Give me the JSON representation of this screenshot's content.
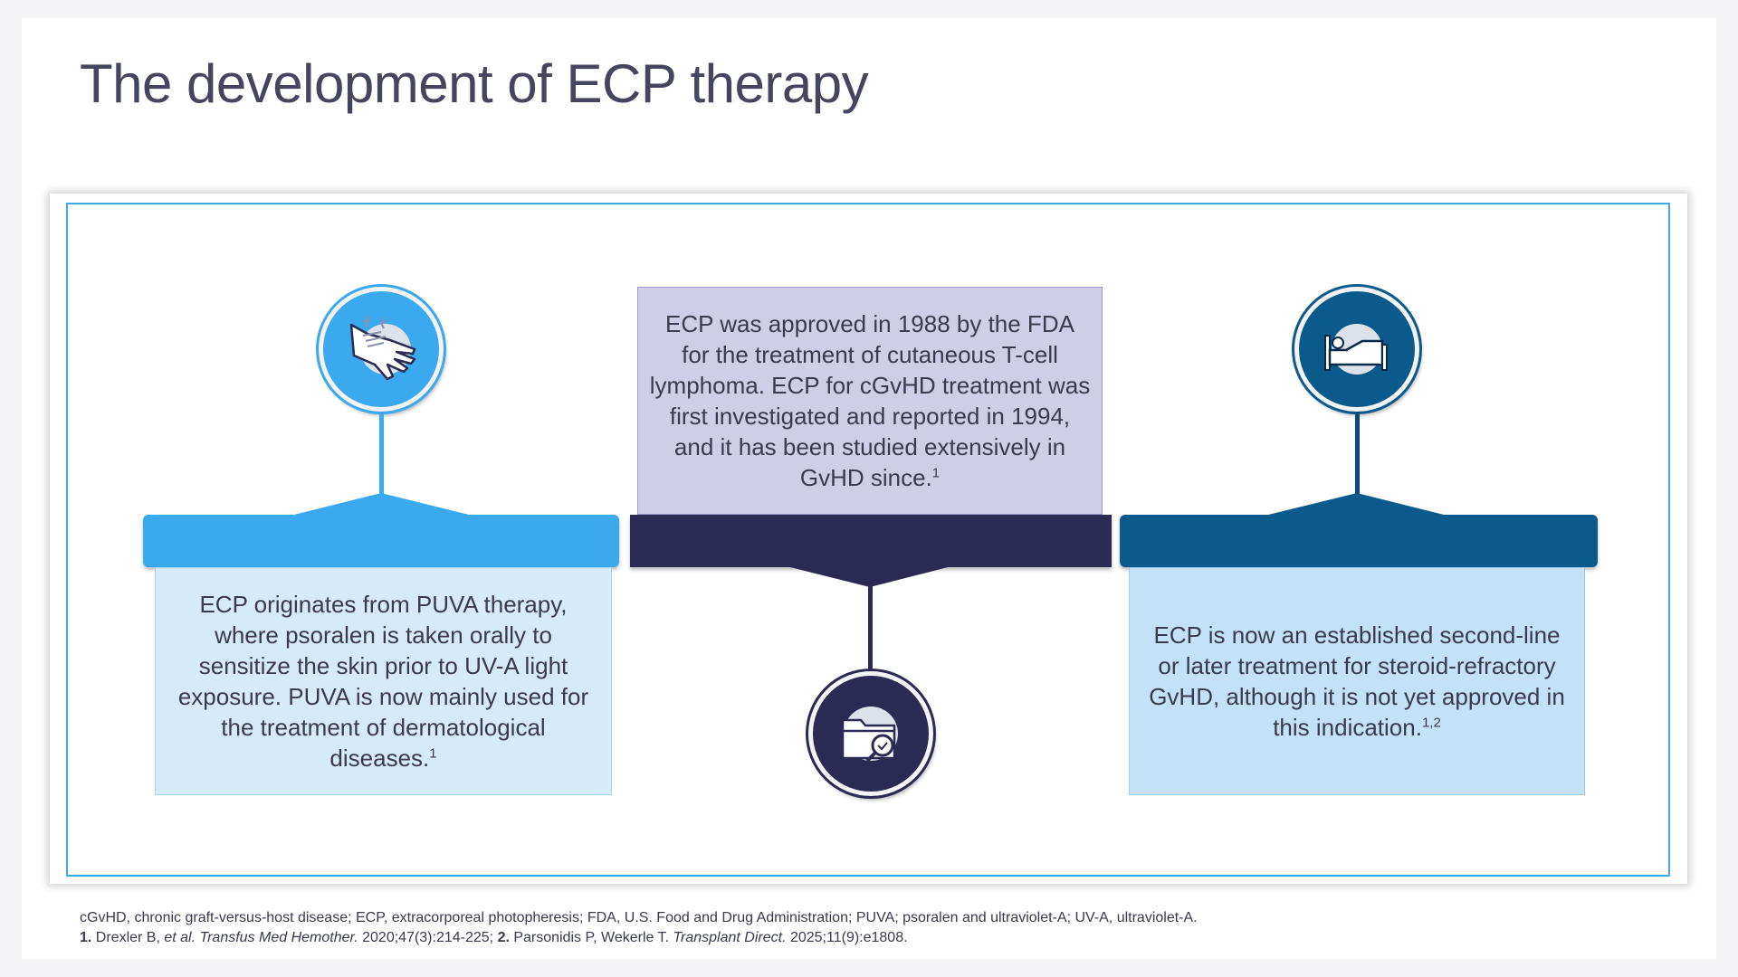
{
  "title": "The development of ECP therapy",
  "colors": {
    "light_blue": "#3ba9ee",
    "navy": "#2a2a52",
    "dark_blue": "#0a5a8c"
  },
  "panels": [
    {
      "icon": "hand-uv-light-icon",
      "text": "ECP originates from PUVA therapy, where psoralen is taken orally to sensitize the skin prior to UV-A light exposure. PUVA is now mainly used for the treatment of dermatological diseases.",
      "ref": "1"
    },
    {
      "icon": "folder-search-icon",
      "text": "ECP was approved in 1988 by the FDA for the treatment of cutaneous T-cell lymphoma. ECP for cGvHD treatment was first investigated and reported in 1994, and it has been studied extensively in GvHD since.",
      "ref": "1"
    },
    {
      "icon": "hospital-bed-icon",
      "text": "ECP is now an established second-line or later treatment for steroid-refractory GvHD, although it is not yet approved in this indication.",
      "ref": "1,2"
    }
  ],
  "footnote": {
    "abbreviations": "cGvHD, chronic graft-versus-host disease; ECP, extracorporeal photopheresis; FDA, U.S. Food and Drug Administration; PUVA; psoralen and ultraviolet-A; UV-A, ultraviolet-A.",
    "ref1_num": "1.",
    "ref1_a": " Drexler B, ",
    "ref1_etal": "et al.",
    "ref1_b": " ",
    "ref1_journal": "Transfus Med Hemother.",
    "ref1_c": " 2020;47(3):214-225; ",
    "ref2_num": "2.",
    "ref2_a": " Parsonidis P,  Wekerle T. ",
    "ref2_journal": "Transplant Direct.",
    "ref2_c": " 2025;11(9):e1808."
  }
}
